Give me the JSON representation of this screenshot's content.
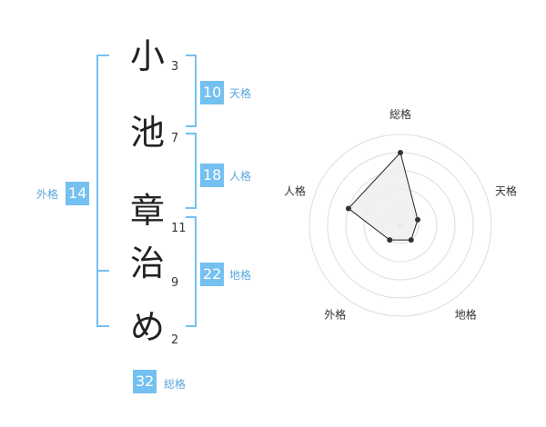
{
  "characters": [
    {
      "char": "小",
      "strokes": "3"
    },
    {
      "char": "池",
      "strokes": "7"
    },
    {
      "char": "章",
      "strokes": "11"
    },
    {
      "char": "治",
      "strokes": "9"
    },
    {
      "char": "め",
      "strokes": "2"
    }
  ],
  "fortunes": {
    "tenkaku": {
      "value": "10",
      "label": "天格"
    },
    "jinkaku": {
      "value": "18",
      "label": "人格"
    },
    "chikaku": {
      "value": "22",
      "label": "地格"
    },
    "gaikaku": {
      "value": "14",
      "label": "外格"
    },
    "soukaku": {
      "value": "32",
      "label": "総格"
    }
  },
  "chart_data": {
    "type": "radar",
    "axes": [
      "総格",
      "天格",
      "地格",
      "外格",
      "人格"
    ],
    "values": [
      4,
      1,
      1,
      1,
      3
    ],
    "scale_max": 5,
    "rings": 5,
    "colors": {
      "accent": "#74c0f0",
      "fill": "#eeeeee",
      "line": "#222222",
      "grid": "#dddddd"
    }
  }
}
